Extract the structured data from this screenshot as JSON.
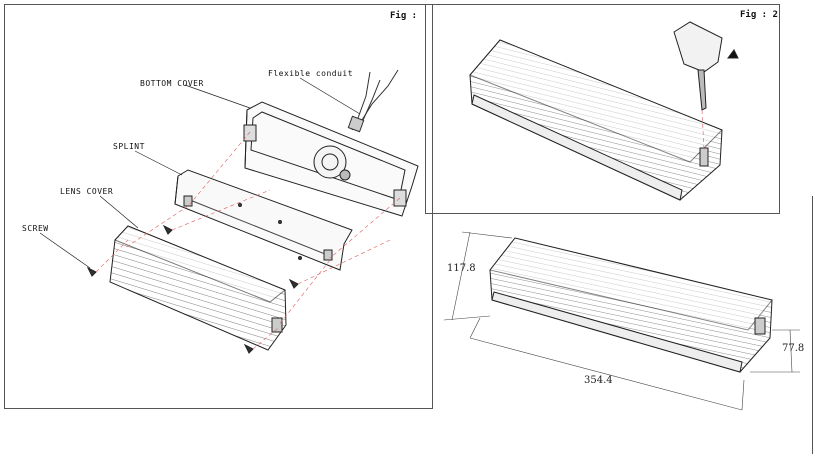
{
  "fig1": {
    "title": "Fig :",
    "labels": {
      "bottom_cover": "BOTTOM COVER",
      "flexible_conduit": "Flexible conduit",
      "splint": "SPLINT",
      "lens_cover": "LENS COVER",
      "screw": "SCREW"
    }
  },
  "fig2": {
    "title": "Fig : 2"
  },
  "dimensions": {
    "height": "117.8",
    "depth": "77.8",
    "length": "354.4"
  }
}
